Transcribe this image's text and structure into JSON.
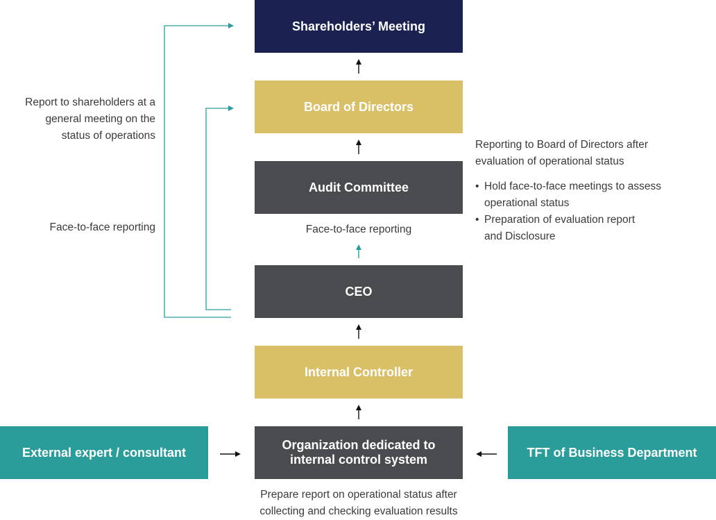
{
  "colors": {
    "navy": "#1b2252",
    "gold": "#d9bf66",
    "dark": "#4a4b4f",
    "teal": "#2a9d9a",
    "line_teal": "#2a9d9a",
    "arrow": "#111111"
  },
  "boxes": {
    "shareholders": "Shareholders’ Meeting",
    "board": "Board of Directors",
    "audit": "Audit Committee",
    "ceo": "CEO",
    "internal_controller": "Internal Controller",
    "organization": "Organization dedicated to internal control system",
    "external_expert": "External expert / consultant",
    "tft": "TFT of Business Department"
  },
  "labels": {
    "report_shareholders": "Report to shareholders at a general meeting on the status of operations",
    "face_to_face_left": "Face-to-face reporting",
    "face_to_face_center": "Face-to-face reporting",
    "reporting_board": "Reporting to Board of Directors after evaluation of operational status",
    "bullets": [
      "Hold face-to-face meetings to assess operational status",
      "Preparation of evaluation report and Disclosure"
    ],
    "prepare_report": "Prepare report on operational status after collecting and checking evaluation results"
  }
}
